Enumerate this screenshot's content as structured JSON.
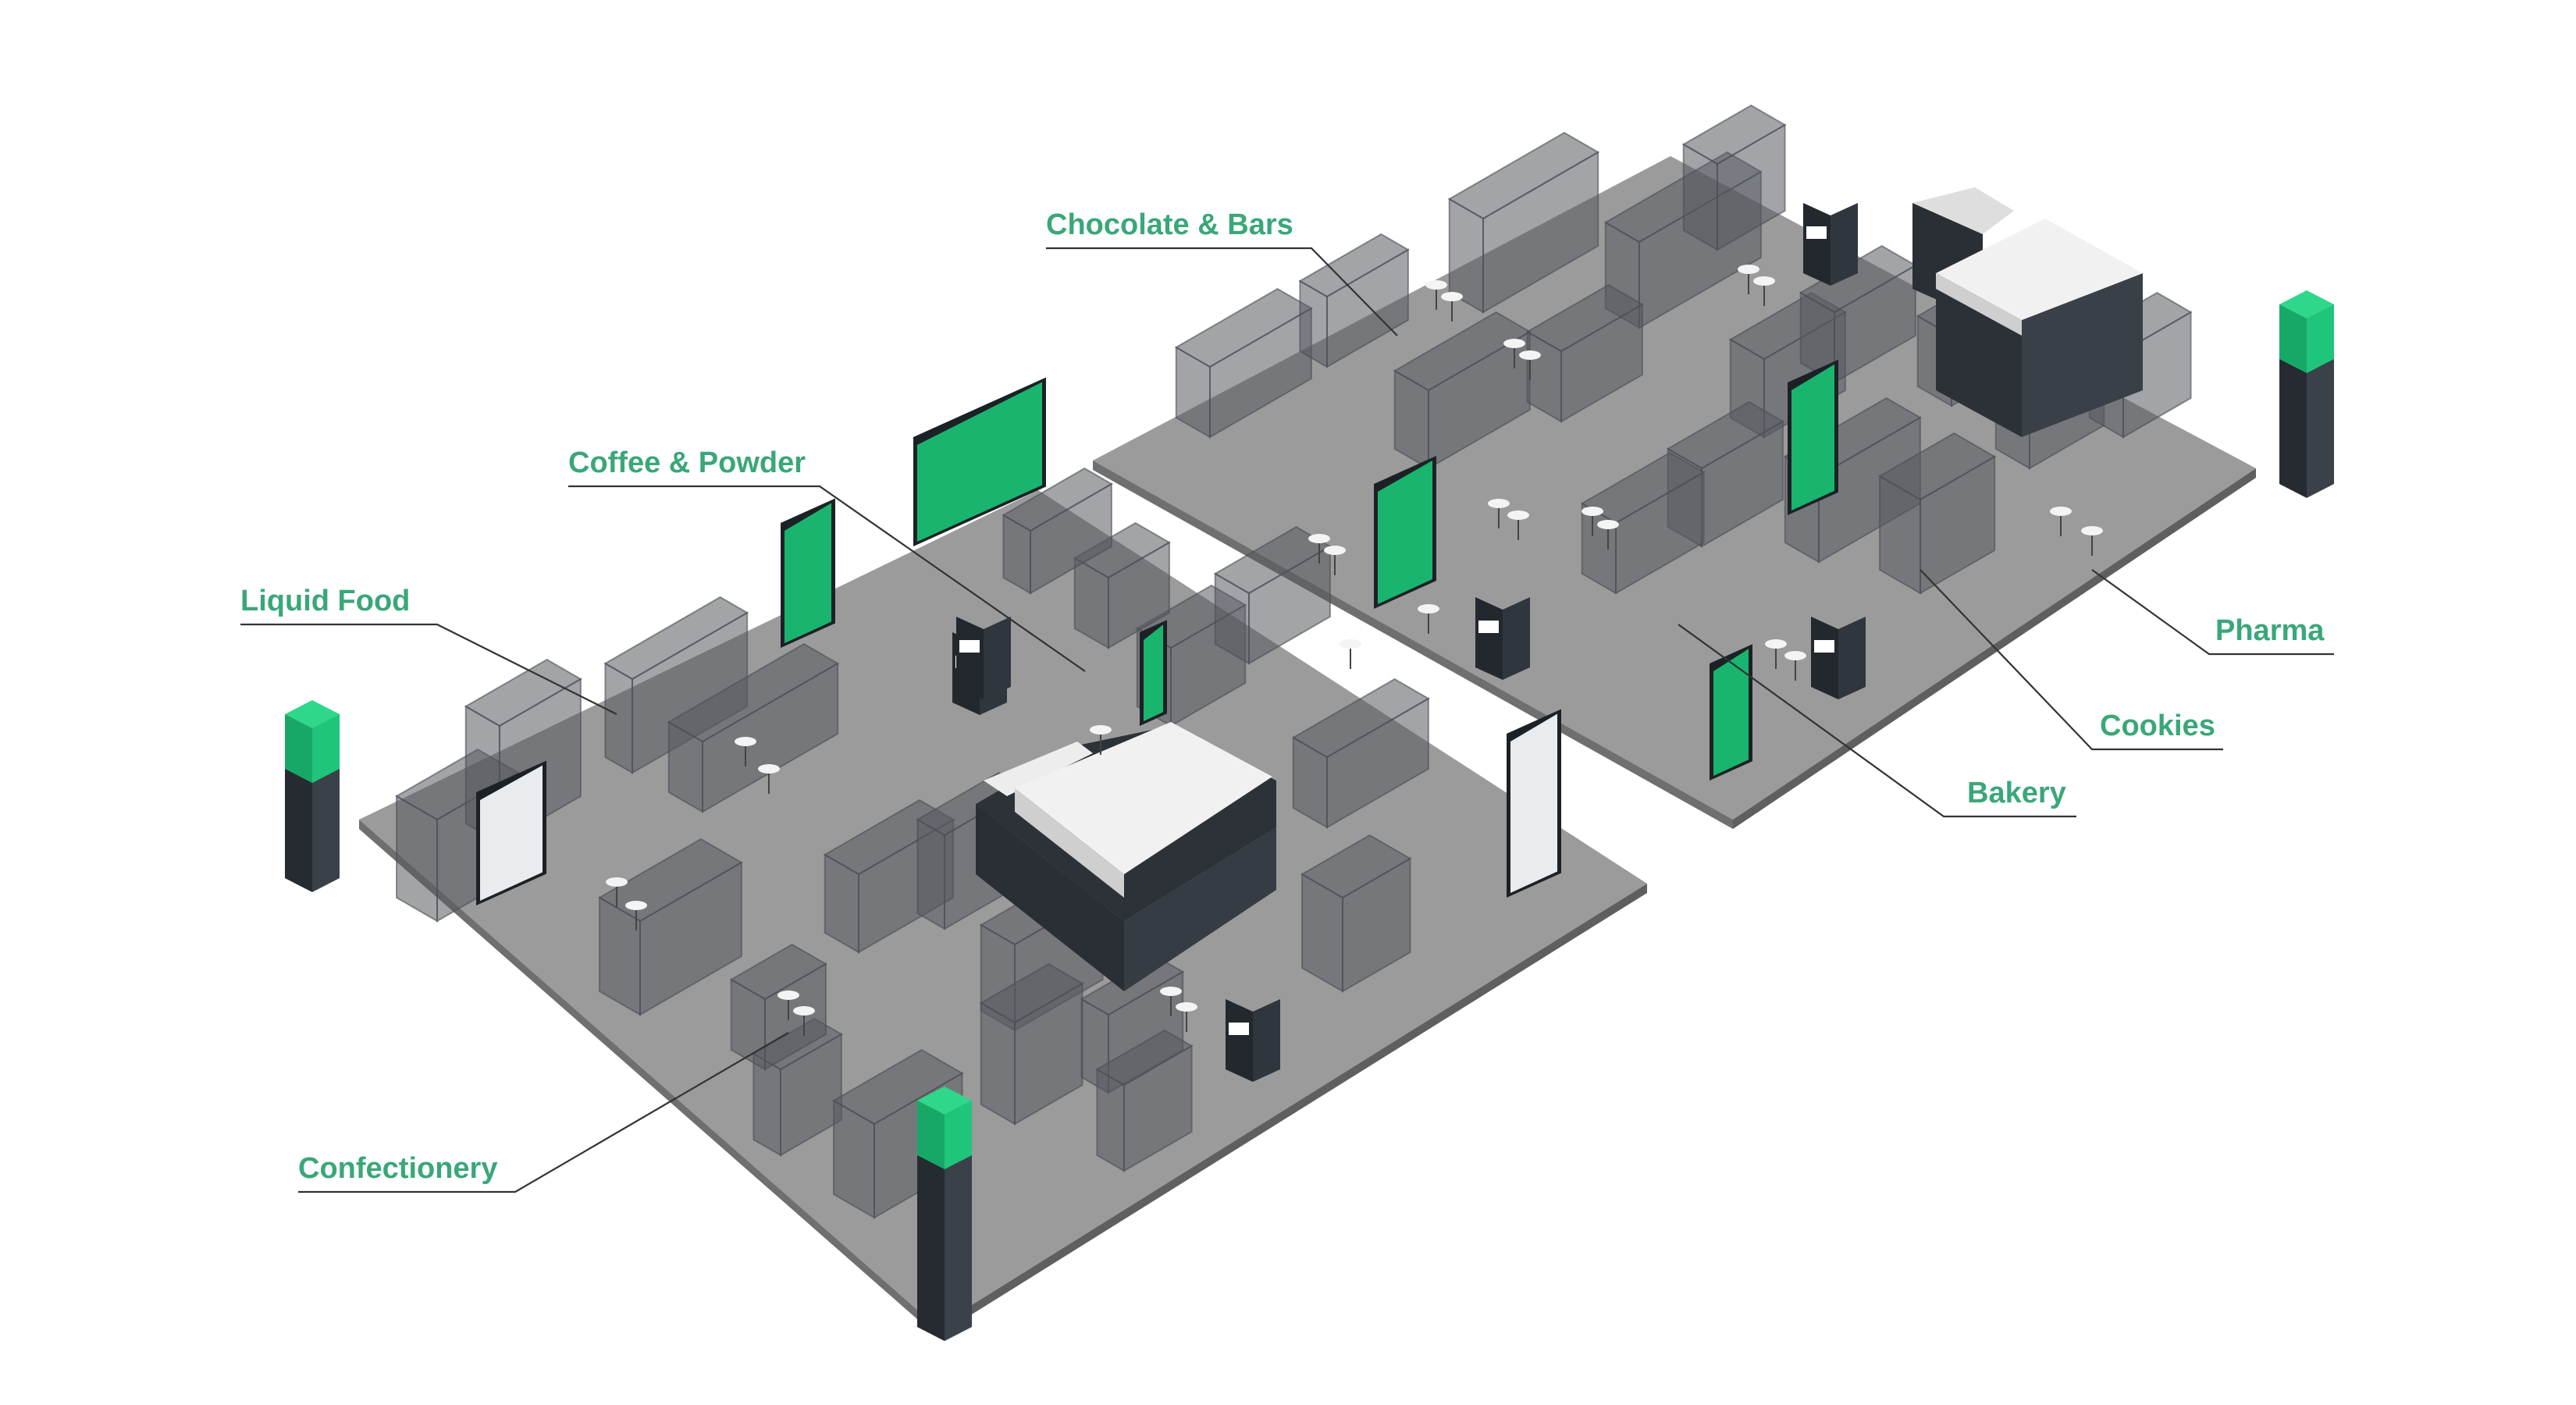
{
  "colors": {
    "accent": "#3aa779",
    "floor": "#9a9a9a",
    "floor_side": "#6e6e6e",
    "zone_block": "#5c5f63",
    "dark_box": "#2c3137",
    "screen_green": "#19b56e",
    "leader_line": "#333333"
  },
  "labels": {
    "chocolate_bars": "Chocolate & Bars",
    "coffee_powder": "Coffee & Powder",
    "liquid_food": "Liquid Food",
    "confectionery": "Confectionery",
    "pharma": "Pharma",
    "cookies": "Cookies",
    "bakery": "Bakery"
  },
  "icons": [
    "exhibition-tower-icon",
    "display-panel-icon",
    "cocktail-table-icon",
    "machine-kiosk-icon"
  ]
}
